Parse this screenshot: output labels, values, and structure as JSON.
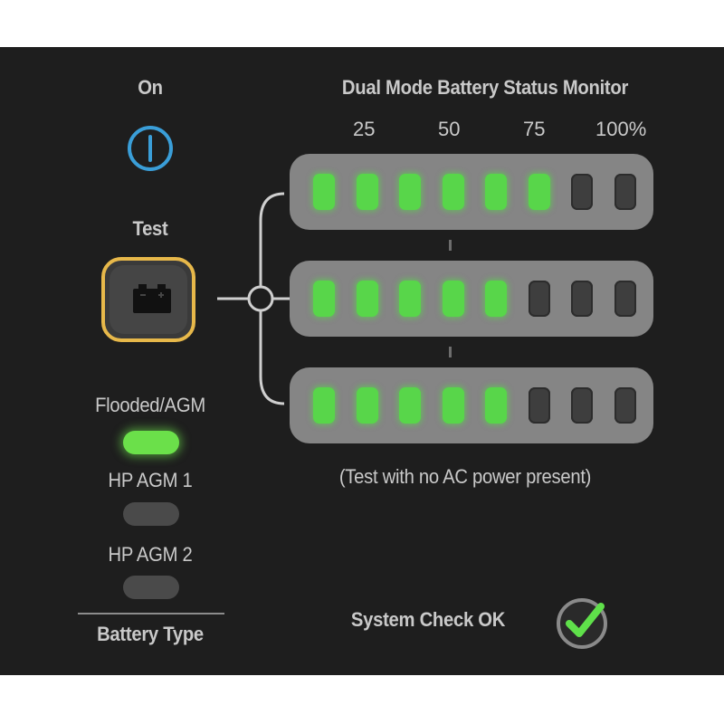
{
  "controls": {
    "power": {
      "label": "On",
      "icon": "power-icon",
      "color": "#3a9ed8"
    },
    "test": {
      "label": "Test",
      "icon": "battery-icon",
      "border_color": "#e7b84a"
    }
  },
  "battery_type": {
    "title": "Battery Type",
    "options": [
      {
        "label": "Flooded/AGM",
        "active": true
      },
      {
        "label": "HP AGM 1",
        "active": false
      },
      {
        "label": "HP AGM 2",
        "active": false
      }
    ],
    "active_color": "#6be04a"
  },
  "monitor": {
    "title": "Dual Mode Battery Status Monitor",
    "scale_labels": [
      "25",
      "50",
      "75",
      "100%"
    ],
    "segments_per_bar": 8,
    "bars": [
      {
        "lit": 6
      },
      {
        "lit": 5
      },
      {
        "lit": 5
      }
    ],
    "note": "(Test with no AC power present)",
    "lit_color": "#58d64a"
  },
  "status": {
    "label": "System Check OK",
    "icon": "check-circle-icon",
    "color": "#5fe04a"
  }
}
